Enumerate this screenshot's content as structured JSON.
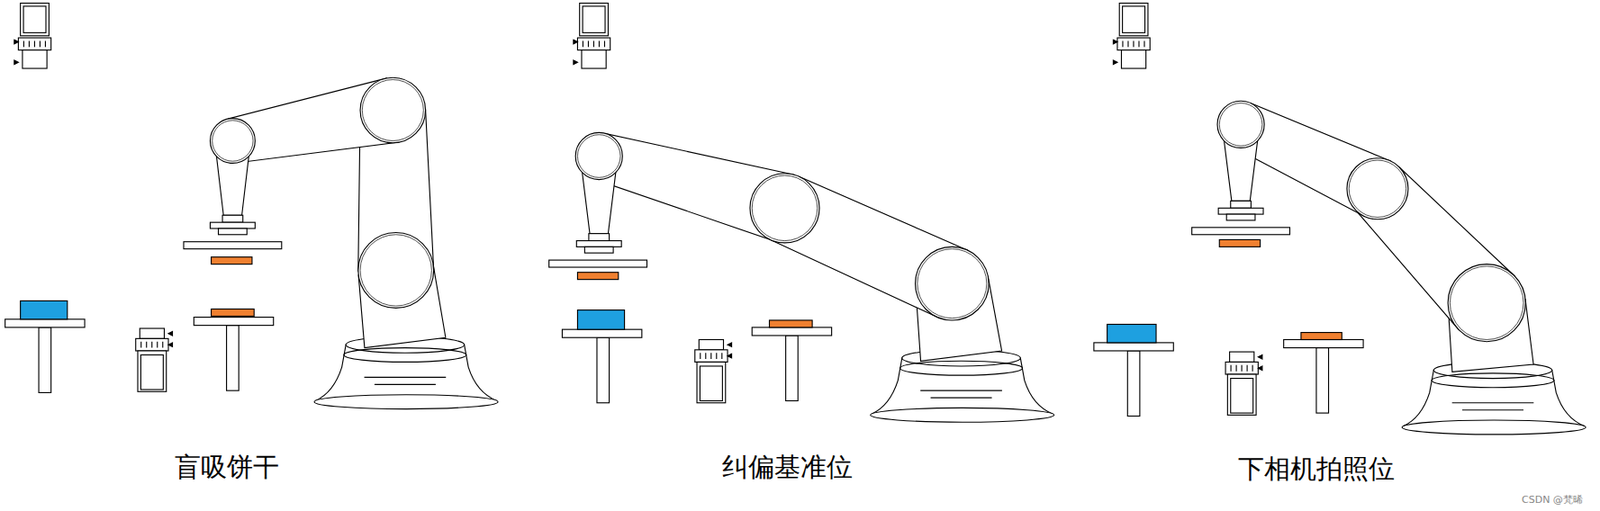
{
  "diagram": {
    "labels": [
      "盲吸饼干",
      "纠偏基准位",
      "下相机拍照位",
      "CSDN @梵晞"
    ]
  }
}
